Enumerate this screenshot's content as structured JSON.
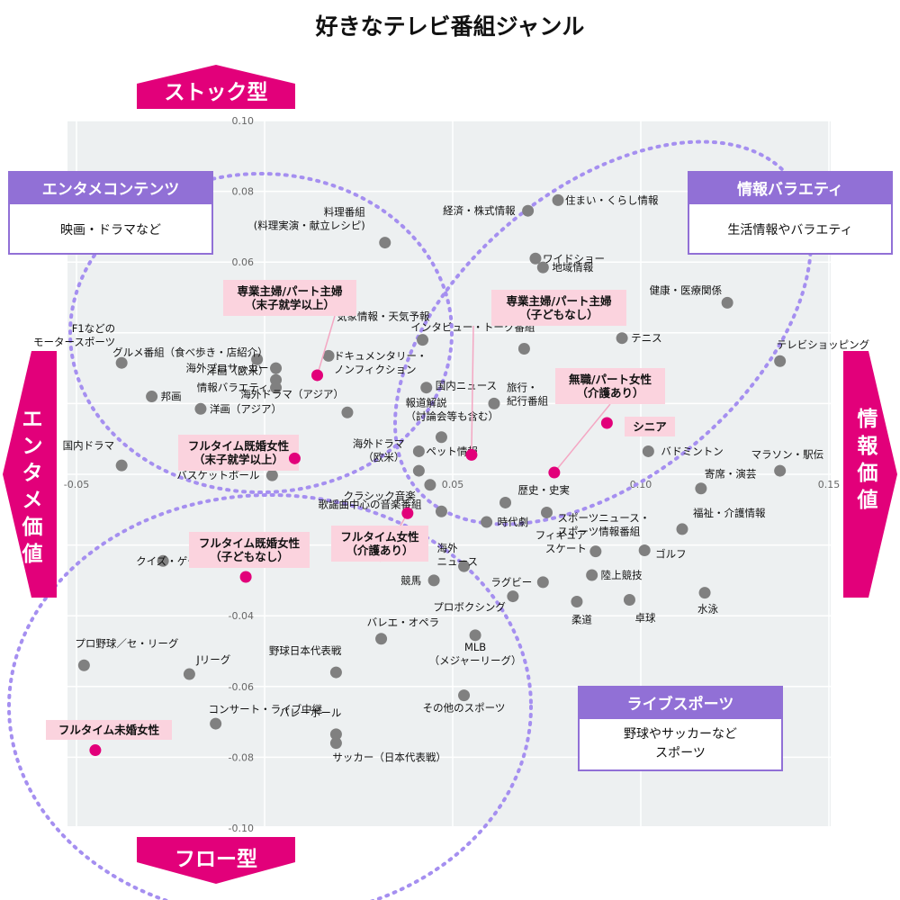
{
  "title": "好きなテレビ番組ジャンル",
  "axes": {
    "top": "ストック型",
    "bottom": "フロー型",
    "left": "エンタメ価値",
    "right": "情報価値"
  },
  "quadrants": [
    {
      "title": "エンタメコンテンツ",
      "subtitle": "映画・ドラマなど"
    },
    {
      "title": "情報バラエティ",
      "subtitle": "生活情報やバラエティ"
    },
    {
      "title": "ライブスポーツ",
      "subtitle": "野球やサッカーなど\nスポーツ"
    }
  ],
  "colors": {
    "accent": "#e2007a",
    "category": "#9170d6",
    "point": "#808080",
    "circle": "#a58ff0",
    "label_bg": "#fbd3de",
    "plot_bg": "#edf0f1"
  },
  "chart_data": {
    "type": "scatter",
    "title": "好きなテレビ番組ジャンル",
    "xlim": [
      -0.05,
      0.15
    ],
    "ylim": [
      -0.1,
      0.1
    ],
    "x_ticks": [
      "-0.05",
      "0.05",
      "0.10",
      "0.15"
    ],
    "y_ticks": [
      "0.10",
      "0.08",
      "0.06",
      "-0.04",
      "-0.06",
      "-0.08",
      "-0.10"
    ],
    "grid": true,
    "genres": [
      {
        "label": "住まい・くらし情報",
        "x": 0.078,
        "y": 0.0775
      },
      {
        "label": "経済・株式情報",
        "x": 0.07,
        "y": 0.0745
      },
      {
        "label": "料理番組\n(料理実演・献立レシピ)",
        "x": 0.032,
        "y": 0.0655
      },
      {
        "label": "ワイドショー",
        "x": 0.072,
        "y": 0.061
      },
      {
        "label": "地域情報",
        "x": 0.074,
        "y": 0.0585
      },
      {
        "label": "健康・医療関係",
        "x": 0.123,
        "y": 0.0485
      },
      {
        "label": "気象情報・天気予報",
        "x": 0.042,
        "y": 0.038
      },
      {
        "label": "インタビュー・トーク番組",
        "x": 0.069,
        "y": 0.0355
      },
      {
        "label": "テニス",
        "x": 0.095,
        "y": 0.0385
      },
      {
        "label": "F1などの\nモータースポーツ",
        "x": -0.038,
        "y": 0.0315
      },
      {
        "label": "グルメ番組（食べ歩き・店紹介）",
        "x": -0.002,
        "y": 0.0325
      },
      {
        "label": "ドキュメンタリー・\nノンフィクション",
        "x": 0.017,
        "y": 0.0335
      },
      {
        "label": "テレビショッピング",
        "x": 0.137,
        "y": 0.032
      },
      {
        "label": "海外プロサッカー",
        "x": 0.003,
        "y": 0.03
      },
      {
        "label": "洋画（欧米）",
        "x": 0.003,
        "y": 0.0267
      },
      {
        "label": "情報バラエティ",
        "x": 0.003,
        "y": 0.0245
      },
      {
        "label": "国内ニュース",
        "x": 0.043,
        "y": 0.0245
      },
      {
        "label": "邦画",
        "x": -0.03,
        "y": 0.022
      },
      {
        "label": "旅行・\n紀行番組",
        "x": 0.061,
        "y": 0.02
      },
      {
        "label": "洋画（アジア）",
        "x": -0.017,
        "y": 0.0185
      },
      {
        "label": "海外ドラマ（アジア）",
        "x": 0.022,
        "y": 0.0175
      },
      {
        "label": "報道解説\n（討論会等も含む）",
        "x": 0.047,
        "y": 0.0105
      },
      {
        "label": "国内ドラマ",
        "x": -0.038,
        "y": 0.0025
      },
      {
        "label": "ペット情報",
        "x": 0.041,
        "y": 0.0065
      },
      {
        "label": "バドミントン",
        "x": 0.102,
        "y": 0.0065
      },
      {
        "label": "マラソン・駅伝",
        "x": 0.137,
        "y": 0.001
      },
      {
        "label": "海外ドラマ\n（欧米）",
        "x": 0.041,
        "y": 0.001
      },
      {
        "label": "バスケットボール",
        "x": 0.002,
        "y": -0.0003
      },
      {
        "label": "クラシック音楽",
        "x": 0.044,
        "y": -0.003
      },
      {
        "label": "寄席・演芸",
        "x": 0.116,
        "y": -0.004
      },
      {
        "label": "歴史・史実",
        "x": 0.064,
        "y": -0.008
      },
      {
        "label": "歌謡曲中心の音楽番組",
        "x": 0.047,
        "y": -0.0105
      },
      {
        "label": "スポーツニュース・\nスポーツ情報番組",
        "x": 0.075,
        "y": -0.0108
      },
      {
        "label": "福祉・介護情報",
        "x": 0.111,
        "y": -0.0155
      },
      {
        "label": "時代劇",
        "x": 0.059,
        "y": -0.0135
      },
      {
        "label": "ゴルフ",
        "x": 0.101,
        "y": -0.0215
      },
      {
        "label": "フィギュア\nスケート",
        "x": 0.088,
        "y": -0.0218
      },
      {
        "label": "海外\nニュース",
        "x": 0.053,
        "y": -0.026
      },
      {
        "label": "クイズ・ゲーム",
        "x": -0.027,
        "y": -0.0245
      },
      {
        "label": "陸上競技",
        "x": 0.087,
        "y": -0.0285
      },
      {
        "label": "競馬",
        "x": 0.045,
        "y": -0.03
      },
      {
        "label": "ラグビー",
        "x": 0.074,
        "y": -0.0305
      },
      {
        "label": "水泳",
        "x": 0.117,
        "y": -0.0335
      },
      {
        "label": "卓球",
        "x": 0.097,
        "y": -0.0355
      },
      {
        "label": "プロボクシング",
        "x": 0.066,
        "y": -0.0345
      },
      {
        "label": "柔道",
        "x": 0.083,
        "y": -0.036
      },
      {
        "label": "MLB\n（メジャーリーグ）",
        "x": 0.056,
        "y": -0.0455
      },
      {
        "label": "バレエ・オペラ",
        "x": 0.031,
        "y": -0.0465
      },
      {
        "label": "プロ野球／セ・リーグ",
        "x": -0.048,
        "y": -0.054
      },
      {
        "label": "Jリーグ",
        "x": -0.02,
        "y": -0.0565
      },
      {
        "label": "野球日本代表戦",
        "x": 0.019,
        "y": -0.056
      },
      {
        "label": "その他のスポーツ",
        "x": 0.053,
        "y": -0.0625
      },
      {
        "label": "コンサート・ライブ中継",
        "x": -0.013,
        "y": -0.0705
      },
      {
        "label": "バレーボール",
        "x": 0.019,
        "y": -0.0735
      },
      {
        "label": "サッカー（日本代表戦）",
        "x": 0.019,
        "y": -0.076
      }
    ],
    "segments": [
      {
        "label": "専業主婦/パート主婦\n（末子就学以上）",
        "x": 0.014,
        "y": 0.028
      },
      {
        "label": "専業主婦/パート主婦\n（子どもなし）",
        "x": 0.055,
        "y": 0.0055
      },
      {
        "label": "無職/パート女性\n（介護あり）",
        "x": 0.077,
        "y": 0.0005
      },
      {
        "label": "シニア",
        "x": 0.091,
        "y": 0.0145
      },
      {
        "label": "フルタイム既婚女性\n（末子就学以上）",
        "x": 0.008,
        "y": 0.0045
      },
      {
        "label": "フルタイム女性\n（介護あり）",
        "x": 0.038,
        "y": -0.011
      },
      {
        "label": "フルタイム既婚女性\n（子どもなし）",
        "x": -0.005,
        "y": -0.029
      },
      {
        "label": "フルタイム未婚女性",
        "x": -0.045,
        "y": -0.078
      }
    ]
  }
}
